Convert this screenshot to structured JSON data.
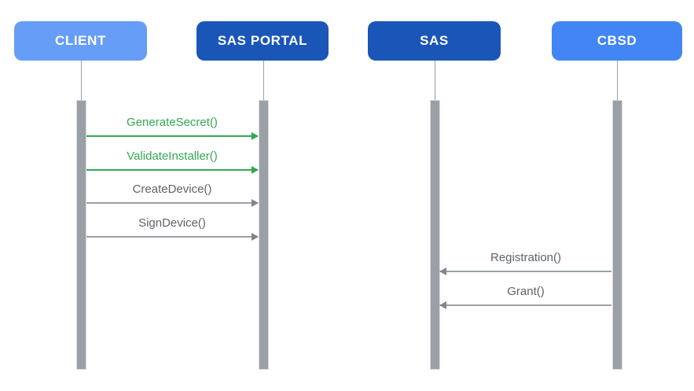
{
  "diagram": {
    "type": "sequence-diagram",
    "actors": [
      {
        "label": "CLIENT",
        "color": "#669DF6"
      },
      {
        "label": "SAS PORTAL",
        "color": "#1A56B8"
      },
      {
        "label": "SAS",
        "color": "#1A56B8"
      },
      {
        "label": "CBSD",
        "color": "#4285F4"
      }
    ],
    "messages": [
      {
        "label": "GenerateSecret()",
        "from": "CLIENT",
        "to": "SAS PORTAL",
        "direction": "right",
        "color": "#34A853"
      },
      {
        "label": "ValidateInstaller()",
        "from": "CLIENT",
        "to": "SAS PORTAL",
        "direction": "right",
        "color": "#34A853"
      },
      {
        "label": "CreateDevice()",
        "from": "CLIENT",
        "to": "SAS PORTAL",
        "direction": "right",
        "color": "#9AA0A6"
      },
      {
        "label": "SignDevice()",
        "from": "CLIENT",
        "to": "SAS PORTAL",
        "direction": "right",
        "color": "#9AA0A6"
      },
      {
        "label": "Registration()",
        "from": "CBSD",
        "to": "SAS",
        "direction": "left",
        "color": "#9AA0A6"
      },
      {
        "label": "Grant()",
        "from": "CBSD",
        "to": "SAS",
        "direction": "left",
        "color": "#9AA0A6"
      }
    ],
    "colors": {
      "actor_light_blue": "#669DF6",
      "actor_dark_blue": "#1A56B8",
      "actor_medium_blue": "#4285F4",
      "activation_bar": "#9AA0A6",
      "message_green": "#34A853",
      "message_gray": "#5F6368",
      "line_gray": "#9AA0A6",
      "background": "#FFFFFF"
    }
  }
}
